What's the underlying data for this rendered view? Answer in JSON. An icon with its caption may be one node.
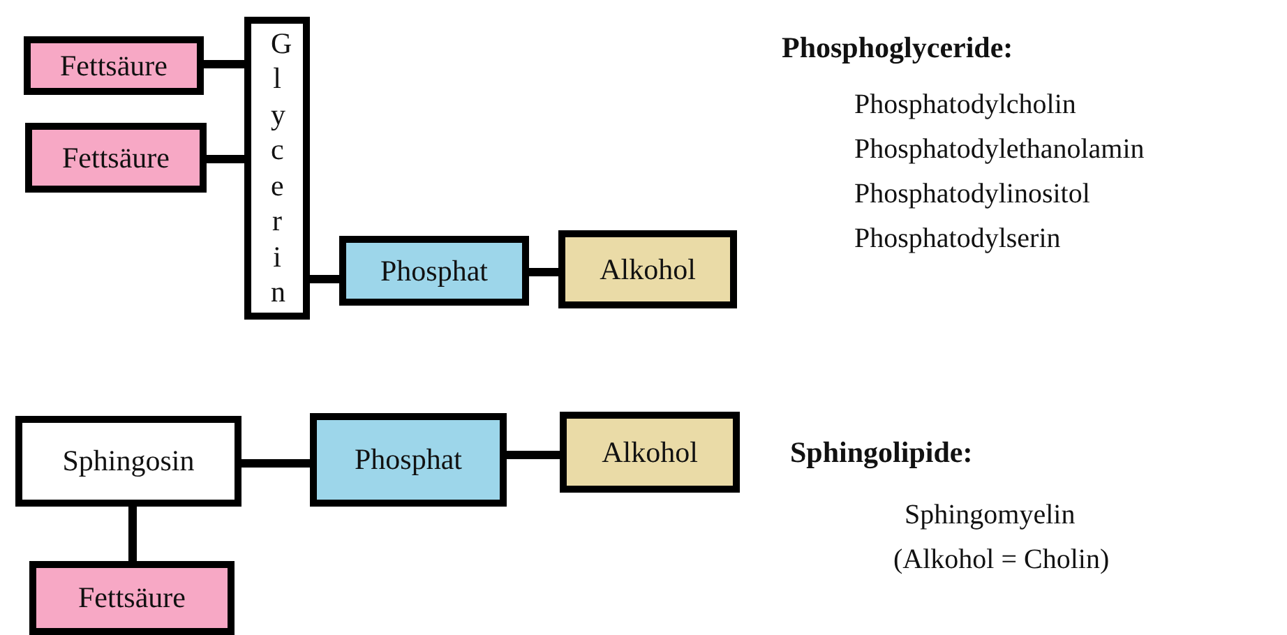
{
  "diagram": {
    "nodes": [
      {
        "text": [
          "Fettsäure"
        ]
      },
      {
        "text": [
          "Fettsäure"
        ]
      },
      {
        "text": [
          "Glycerin"
        ]
      },
      {
        "text": [
          "Phosphat"
        ]
      },
      {
        "text": [
          "Alkohol"
        ]
      },
      {
        "text": [
          "Sphingosin"
        ]
      },
      {
        "text": [
          "Phosphat"
        ]
      },
      {
        "text": [
          "Alkohol"
        ]
      },
      {
        "text": [
          "Fettsäure"
        ]
      }
    ],
    "edges": [
      {
        "from": 0,
        "to": 2,
        "arrow": "none"
      },
      {
        "from": 1,
        "to": 2,
        "arrow": "none"
      },
      {
        "from": 2,
        "to": 3,
        "arrow": "none"
      },
      {
        "from": 3,
        "to": 4,
        "arrow": "none"
      },
      {
        "from": 5,
        "to": 6,
        "arrow": "none"
      },
      {
        "from": 6,
        "to": 7,
        "arrow": "none"
      },
      {
        "from": 5,
        "to": 8,
        "arrow": "none"
      }
    ],
    "labels": [
      "Phosphoglyceride:",
      "Phosphatodylcholin",
      "Phosphatodylethanolamin",
      "Phosphatodylinositol",
      "Phosphatodylserin",
      "Sphingolipide:",
      "Sphingomyelin",
      "(Alkohol = Cholin)"
    ]
  }
}
